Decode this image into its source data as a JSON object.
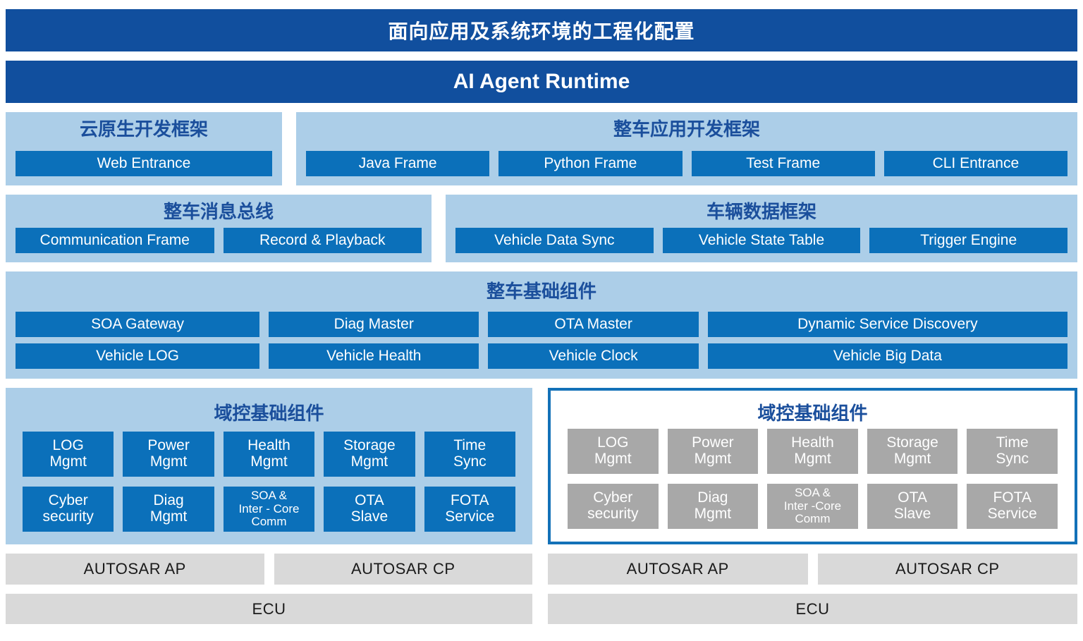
{
  "colors": {
    "banner_blue": "#114F9E",
    "button_blue": "#0B70BA",
    "panel_light_blue": "#ACCEE8",
    "title_blue": "#1B4F9C",
    "gray_button": "#A8A8A8",
    "gray_bar": "#D9D9D9",
    "outline_blue": "#1371B8"
  },
  "banners": {
    "top": "面向应用及系统环境的工程化配置",
    "runtime": "AI Agent Runtime"
  },
  "app_frameworks": {
    "cloud_native": {
      "title": "云原生开发框架",
      "buttons": [
        "Web Entrance"
      ]
    },
    "vehicle_app": {
      "title": "整车应用开发框架",
      "buttons": [
        "Java Frame",
        "Python Frame",
        "Test Frame",
        "CLI Entrance"
      ]
    }
  },
  "data_layer": {
    "message_bus": {
      "title": "整车消息总线",
      "buttons": [
        "Communication Frame",
        "Record & Playback"
      ]
    },
    "vehicle_data": {
      "title": "车辆数据框架",
      "buttons": [
        "Vehicle Data Sync",
        "Vehicle State Table",
        "Trigger Engine"
      ]
    }
  },
  "vehicle_base": {
    "title": "整车基础组件",
    "row1": [
      "SOA Gateway",
      "Diag Master",
      "OTA Master",
      "Dynamic Service Discovery"
    ],
    "row2": [
      "Vehicle LOG",
      "Vehicle Health",
      "Vehicle Clock",
      "Vehicle Big Data"
    ]
  },
  "domain_base_left": {
    "title": "域控基础组件",
    "row1": [
      "LOG\nMgmt",
      "Power\nMgmt",
      "Health\nMgmt",
      "Storage\nMgmt",
      "Time\nSync"
    ],
    "row2": [
      "Cyber\nsecurity",
      "Diag\nMgmt",
      "SOA &\nInter - Core\nComm",
      "OTA\nSlave",
      "FOTA\nService"
    ]
  },
  "domain_base_right": {
    "title": "域控基础组件",
    "row1": [
      "LOG\nMgmt",
      "Power\nMgmt",
      "Health\nMgmt",
      "Storage\nMgmt",
      "Time\nSync"
    ],
    "row2": [
      "Cyber\nsecurity",
      "Diag\nMgmt",
      "SOA &\nInter -Core\nComm",
      "OTA\nSlave",
      "FOTA\nService"
    ]
  },
  "platform_left": {
    "autosar_ap": "AUTOSAR AP",
    "autosar_cp": "AUTOSAR CP",
    "ecu": "ECU"
  },
  "platform_right": {
    "autosar_ap": "AUTOSAR AP",
    "autosar_cp": "AUTOSAR CP",
    "ecu": "ECU"
  }
}
